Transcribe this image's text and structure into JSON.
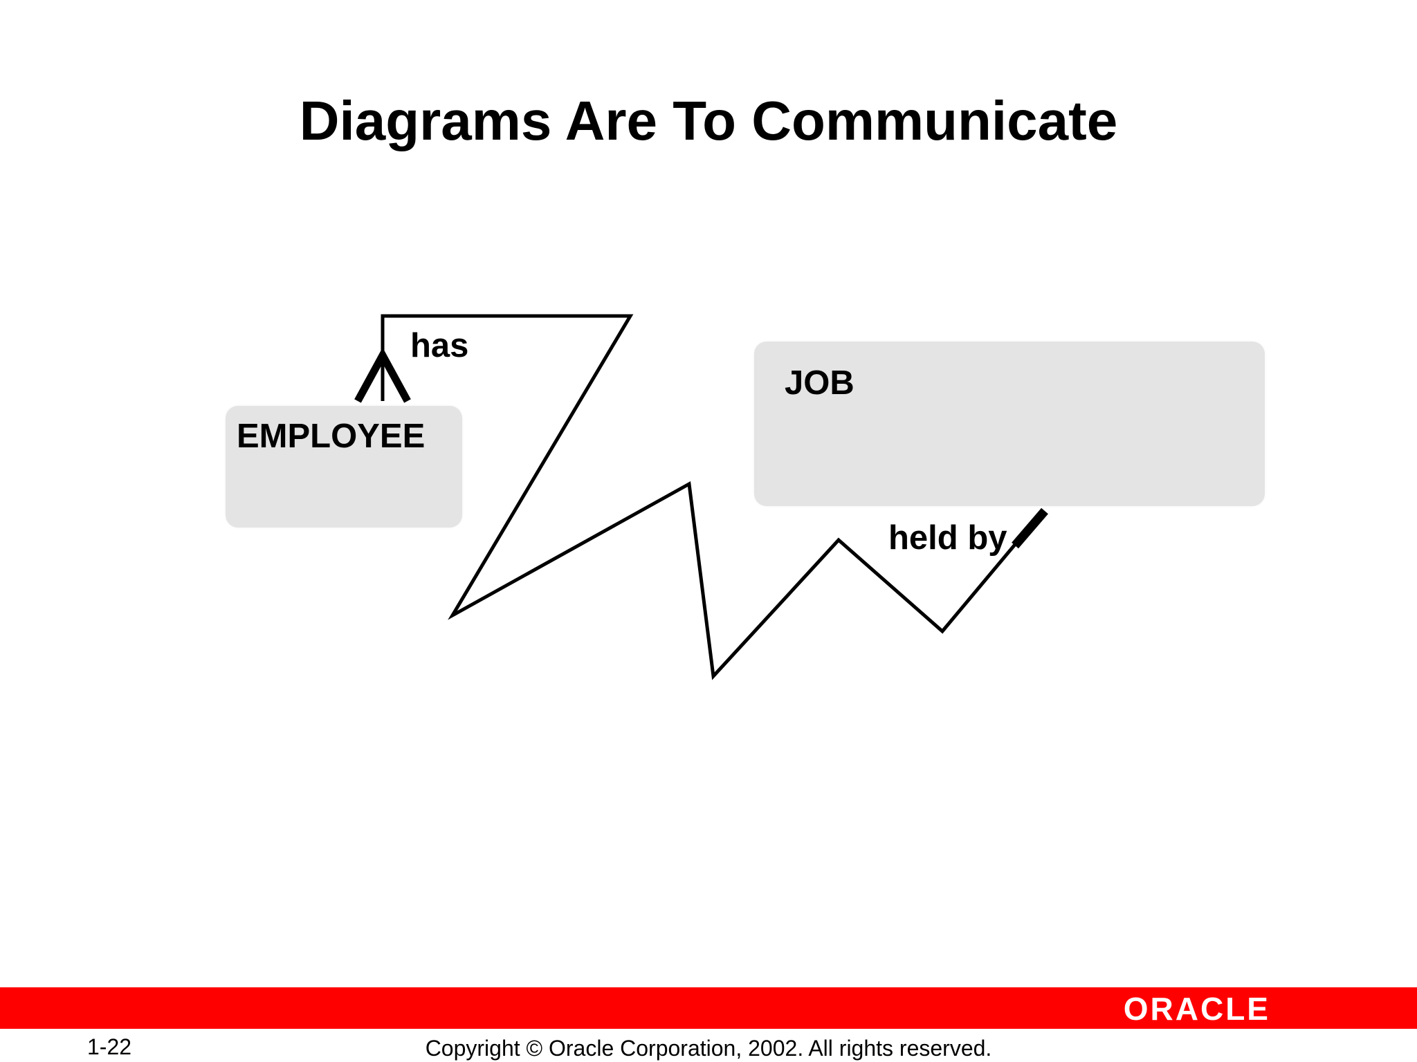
{
  "slide": {
    "title": "Diagrams Are To Communicate"
  },
  "entities": {
    "employee": "EMPLOYEE",
    "job": "JOB"
  },
  "relationships": {
    "has": "has",
    "held_by": "held by"
  },
  "footer": {
    "page_number": "1-22",
    "copyright": "Copyright © Oracle Corporation, 2002. All rights reserved.",
    "logo_text": "ORACLE"
  },
  "colors": {
    "footer_bar": "#ff0000",
    "entity_fill": "#e4e4e4",
    "text": "#000000"
  }
}
